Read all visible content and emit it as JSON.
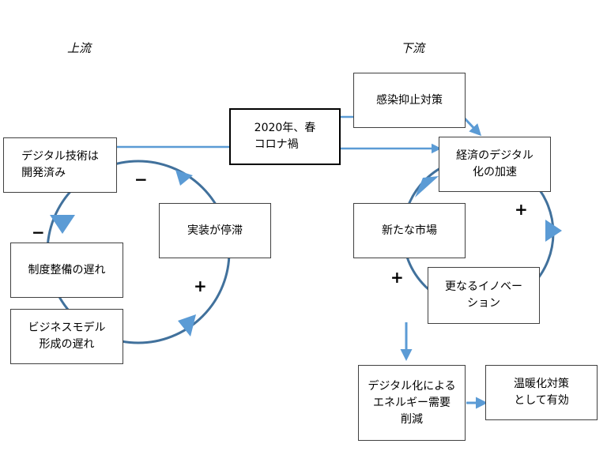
{
  "headings": {
    "upstream": "上流",
    "downstream": "下流"
  },
  "event": {
    "line1": "2020年、春",
    "line2": "コロナ禍"
  },
  "upstream": {
    "digital_tech": {
      "line1": "デジタル技術は",
      "line2": "開発済み"
    },
    "implementation_stagnant": "実装が停滞",
    "regulation_delay": "制度整備の遅れ",
    "business_model_delay": {
      "line1": "ビジネスモデル",
      "line2": "形成の遅れ"
    },
    "sign_top": "−",
    "sign_left": "−",
    "sign_right": "+"
  },
  "downstream": {
    "infection_control": "感染抑止対策",
    "digital_acceleration": {
      "line1": "経済のデジタル",
      "line2": "化の加速"
    },
    "new_market": "新たな市場",
    "further_innovation": {
      "line1": "更なるイノベー",
      "line2": "ション"
    },
    "energy_reduction": {
      "line1": "デジタル化による",
      "line2": "エネルギー需要",
      "line3": "削減"
    },
    "warming_measure": {
      "line1": "温暖化対策",
      "line2": "として有効"
    },
    "sign_right": "+",
    "sign_left": "+"
  },
  "colors": {
    "arrow": "#5b9bd5",
    "cycle_line": "#41719c",
    "box_border": "#404040"
  }
}
